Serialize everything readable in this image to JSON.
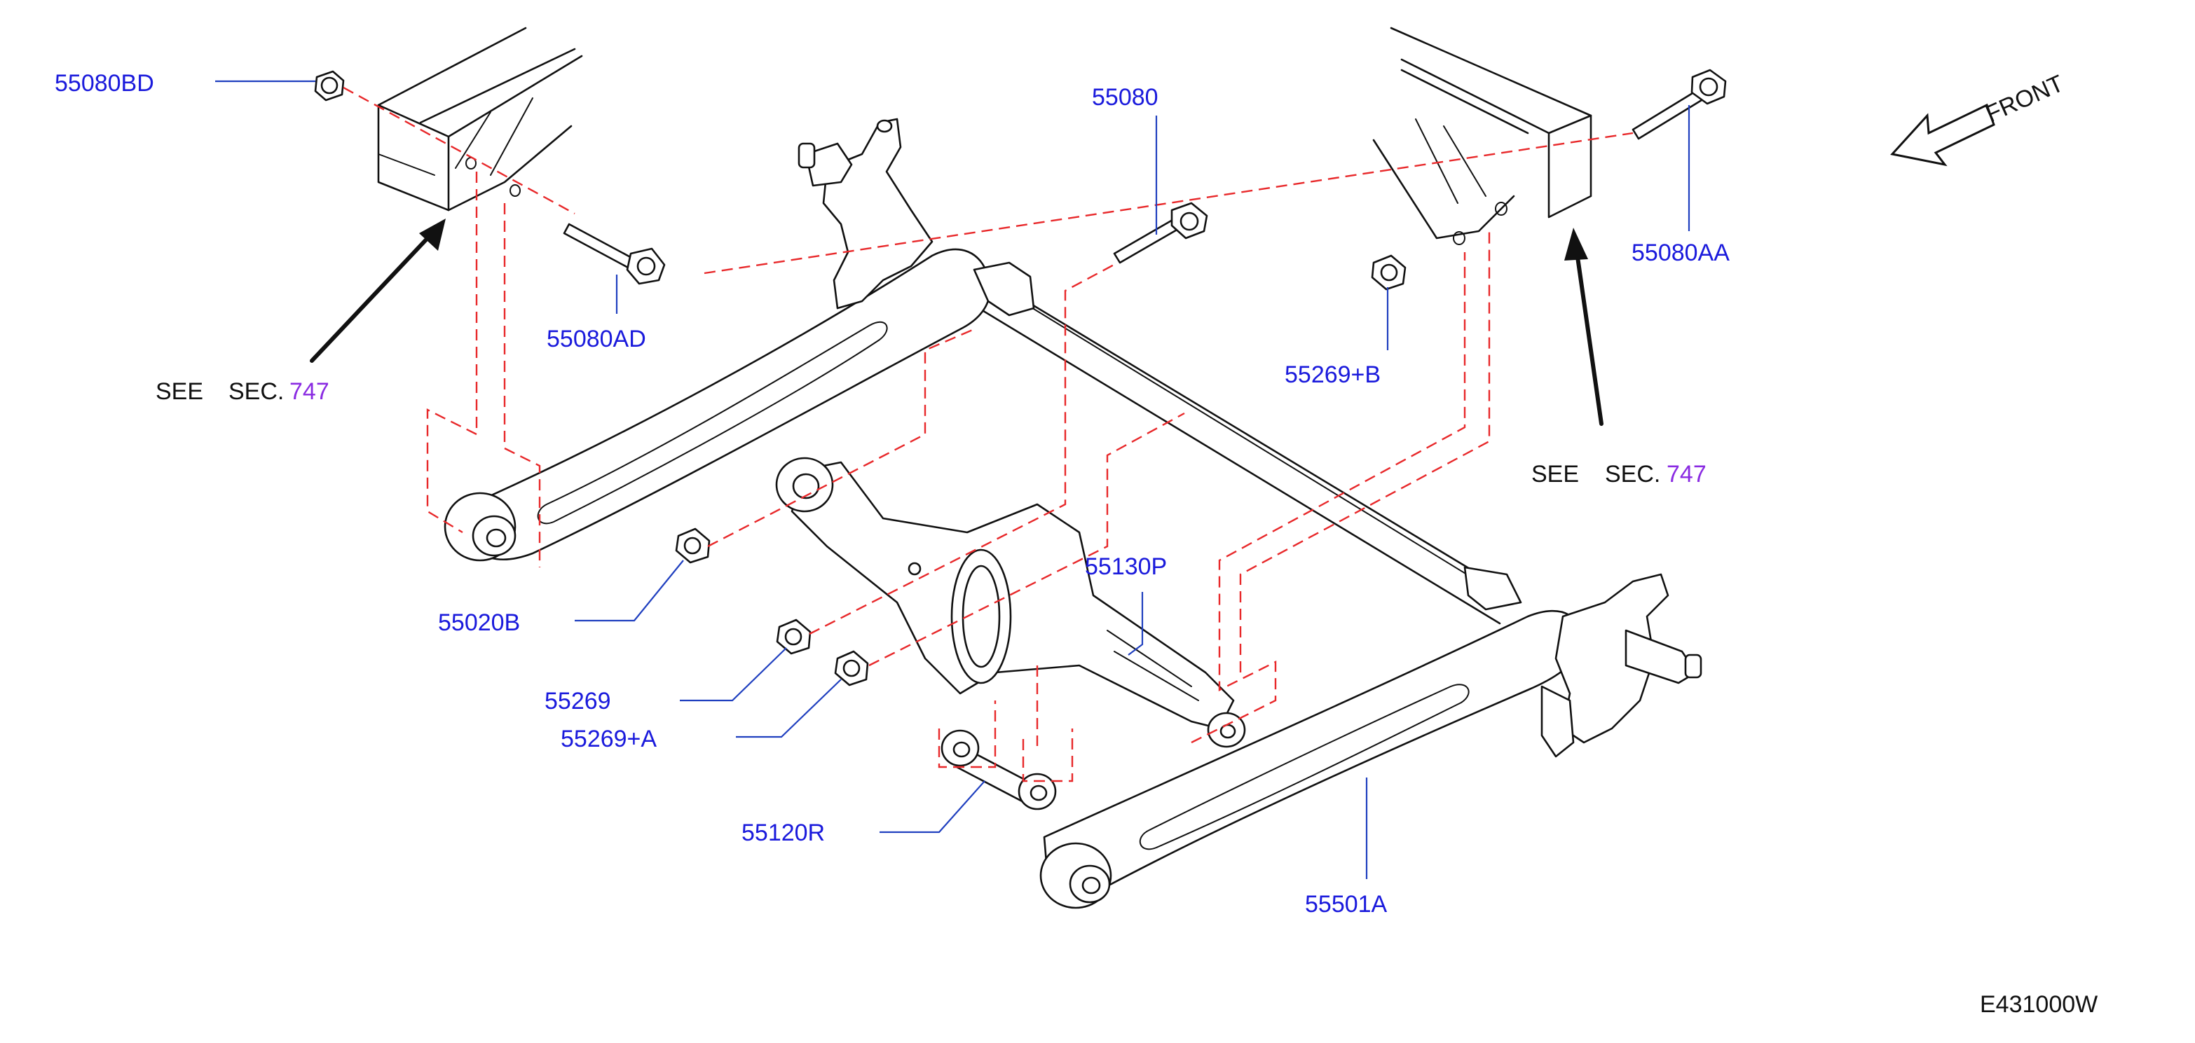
{
  "colors": {
    "part_label": "#1a1adc",
    "sec_number": "#8a2be2",
    "text": "#111111",
    "assembly_line": "#e8282a"
  },
  "labels": {
    "p55080BD": "55080BD",
    "p55080": "55080",
    "p55080AA": "55080AA",
    "p55080AD": "55080AD",
    "p55269B": "55269+B",
    "p55020B": "55020B",
    "p55130P": "55130P",
    "p55269": "55269",
    "p55269A": "55269+A",
    "p55120R": "55120R",
    "p55501A": "55501A"
  },
  "see_left": {
    "see": "SEE",
    "sec": "SEC.",
    "num": "747"
  },
  "see_right": {
    "see": "SEE",
    "sec": "SEC.",
    "num": "747"
  },
  "front": {
    "text": "FRONT",
    "icon": "front-direction-arrow-icon"
  },
  "diagram_code": "E431000W"
}
